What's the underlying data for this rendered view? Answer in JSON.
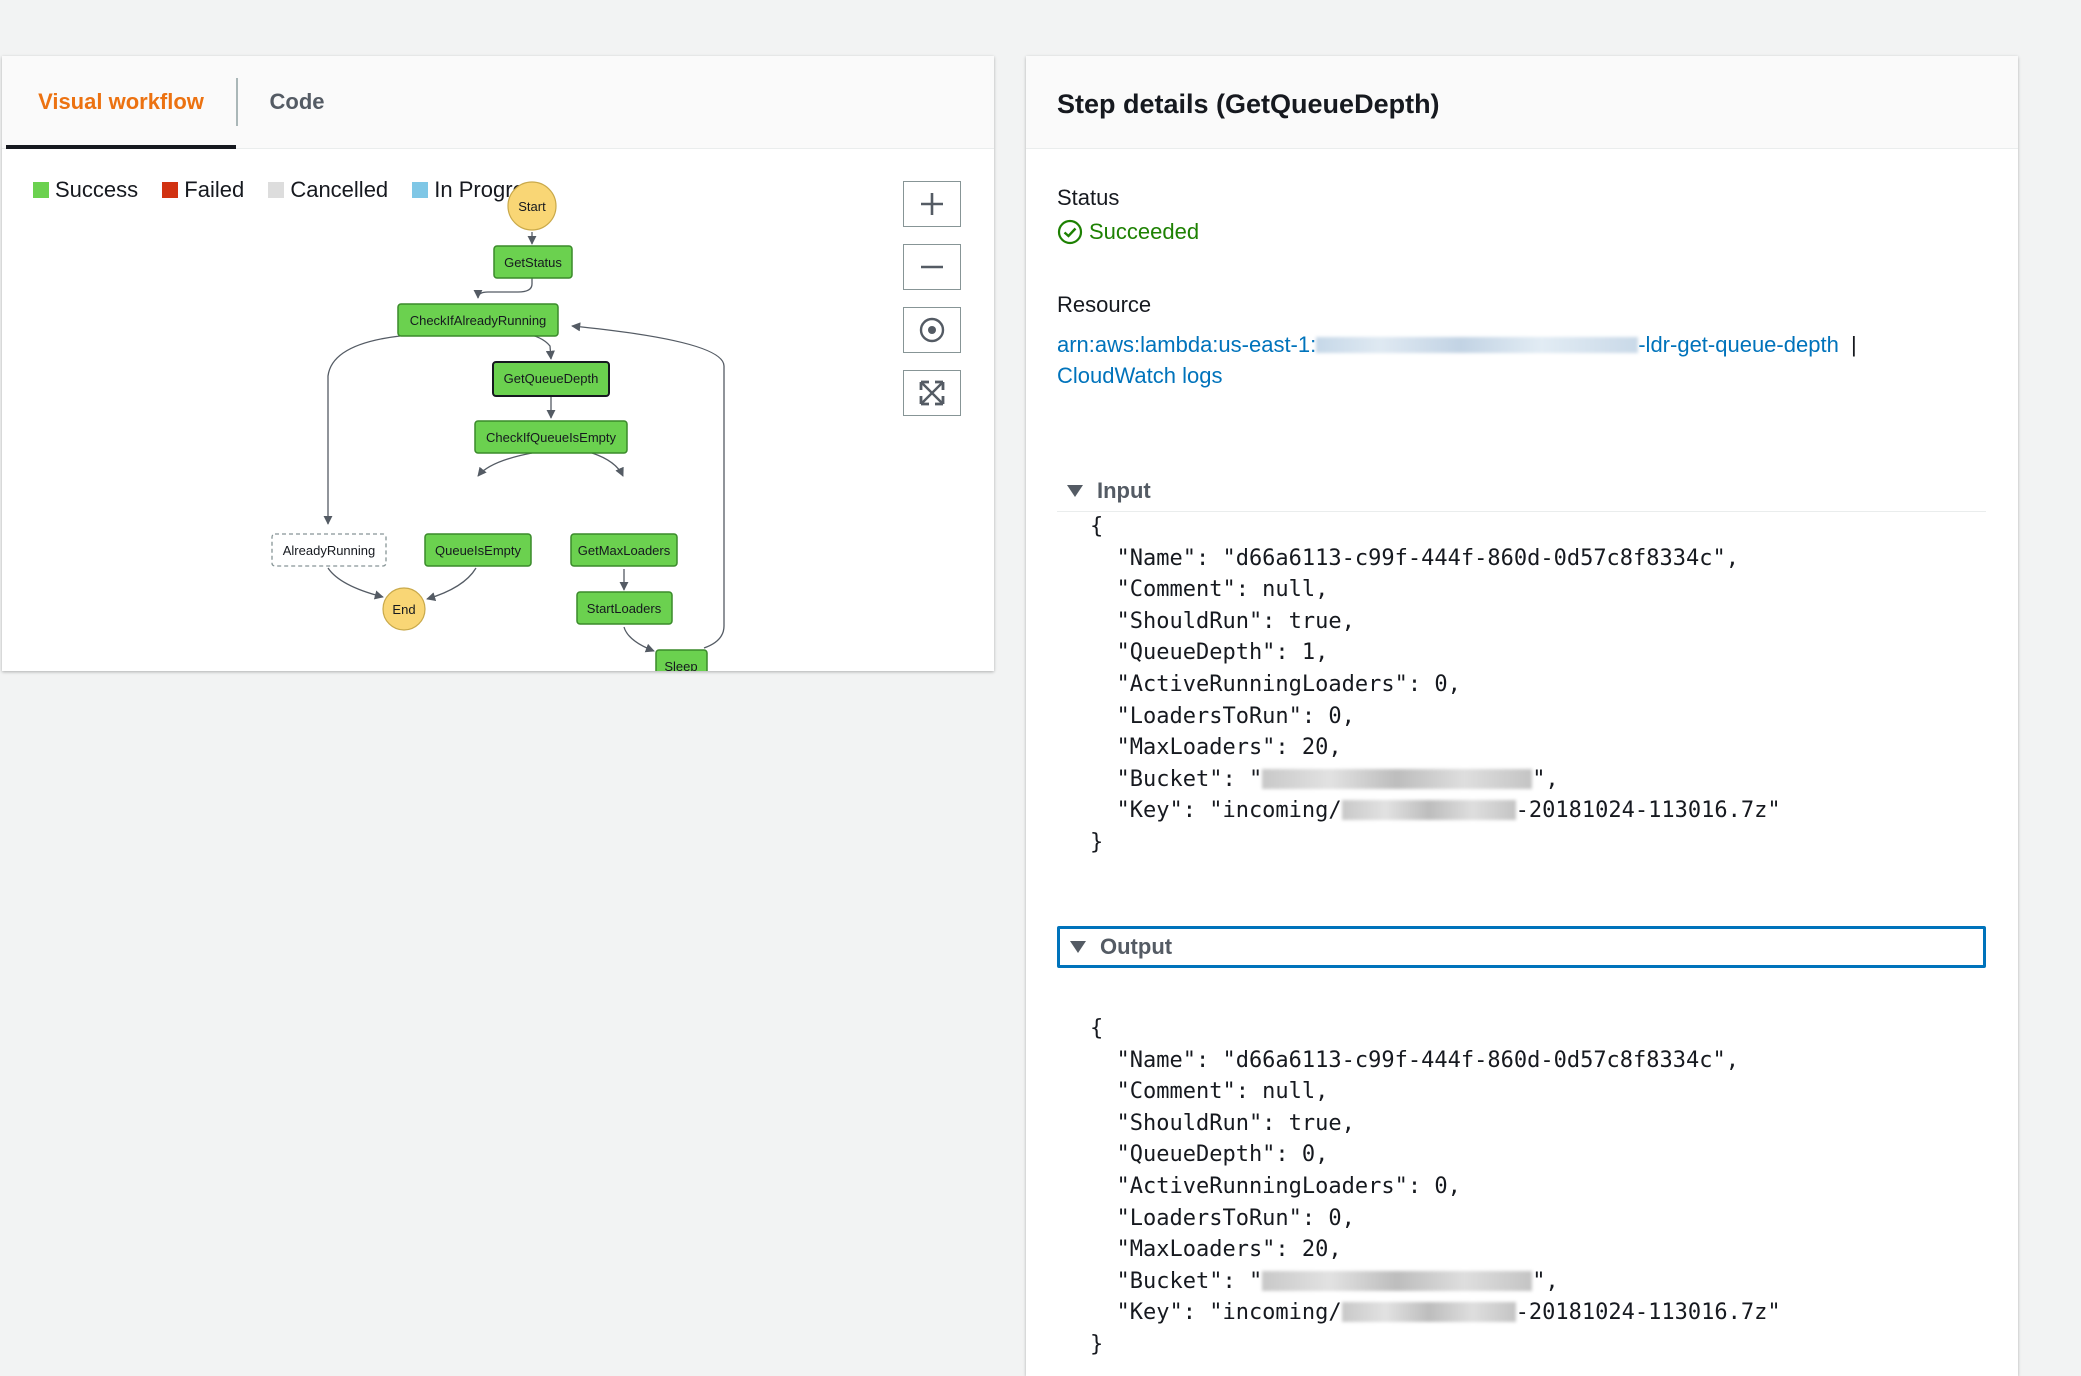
{
  "tabs": {
    "visual": "Visual workflow",
    "code": "Code"
  },
  "legend": [
    {
      "label": "Success",
      "color": "#6bd14f"
    },
    {
      "label": "Failed",
      "color": "#d13212"
    },
    {
      "label": "Cancelled",
      "color": "#dddddd"
    },
    {
      "label": "In Progress",
      "color": "#7fc7e6"
    }
  ],
  "workflow": {
    "start": "Start",
    "end": "End",
    "nodes": {
      "get_status": "GetStatus",
      "check_already_running": "CheckIfAlreadyRunning",
      "get_queue_depth": "GetQueueDepth",
      "check_queue_empty": "CheckIfQueueIsEmpty",
      "already_running": "AlreadyRunning",
      "queue_is_empty": "QueueIsEmpty",
      "get_max_loaders": "GetMaxLoaders",
      "start_loaders": "StartLoaders",
      "sleep": "Sleep"
    },
    "colors": {
      "success": "#6bd14f",
      "terminal": "#f9d675",
      "not_run": "#ffffff"
    }
  },
  "controls": [
    "zoom-in",
    "zoom-out",
    "center",
    "fit"
  ],
  "details": {
    "title": "Step details (GetQueueDepth)",
    "status_label": "Status",
    "status_value": "Succeeded",
    "resource_label": "Resource",
    "resource_prefix": "arn:aws:lambda:us-east-1:",
    "resource_suffix": "-ldr-get-queue-depth",
    "separator": "|",
    "cloudwatch": "CloudWatch logs",
    "input_label": "Input",
    "output_label": "Output"
  },
  "input_json": {
    "open": "{",
    "name": "  \"Name\": \"d66a6113-c99f-444f-860d-0d57c8f8334c\",",
    "comment": "  \"Comment\": null,",
    "should_run": "  \"ShouldRun\": true,",
    "queue_depth": "  \"QueueDepth\": 1,",
    "active": "  \"ActiveRunningLoaders\": 0,",
    "to_run": "  \"LoadersToRun\": 0,",
    "max": "  \"MaxLoaders\": 20,",
    "bucket_pre": "  \"Bucket\": \"",
    "bucket_post": "\",",
    "key_pre": "  \"Key\": \"incoming/",
    "key_post": "-20181024-113016.7z\"",
    "close": "}"
  },
  "output_json": {
    "open": "{",
    "name": "  \"Name\": \"d66a6113-c99f-444f-860d-0d57c8f8334c\",",
    "comment": "  \"Comment\": null,",
    "should_run": "  \"ShouldRun\": true,",
    "queue_depth": "  \"QueueDepth\": 0,",
    "active": "  \"ActiveRunningLoaders\": 0,",
    "to_run": "  \"LoadersToRun\": 0,",
    "max": "  \"MaxLoaders\": 20,",
    "bucket_pre": "  \"Bucket\": \"",
    "bucket_post": "\",",
    "key_pre": "  \"Key\": \"incoming/",
    "key_post": "-20181024-113016.7z\"",
    "close": "}"
  }
}
